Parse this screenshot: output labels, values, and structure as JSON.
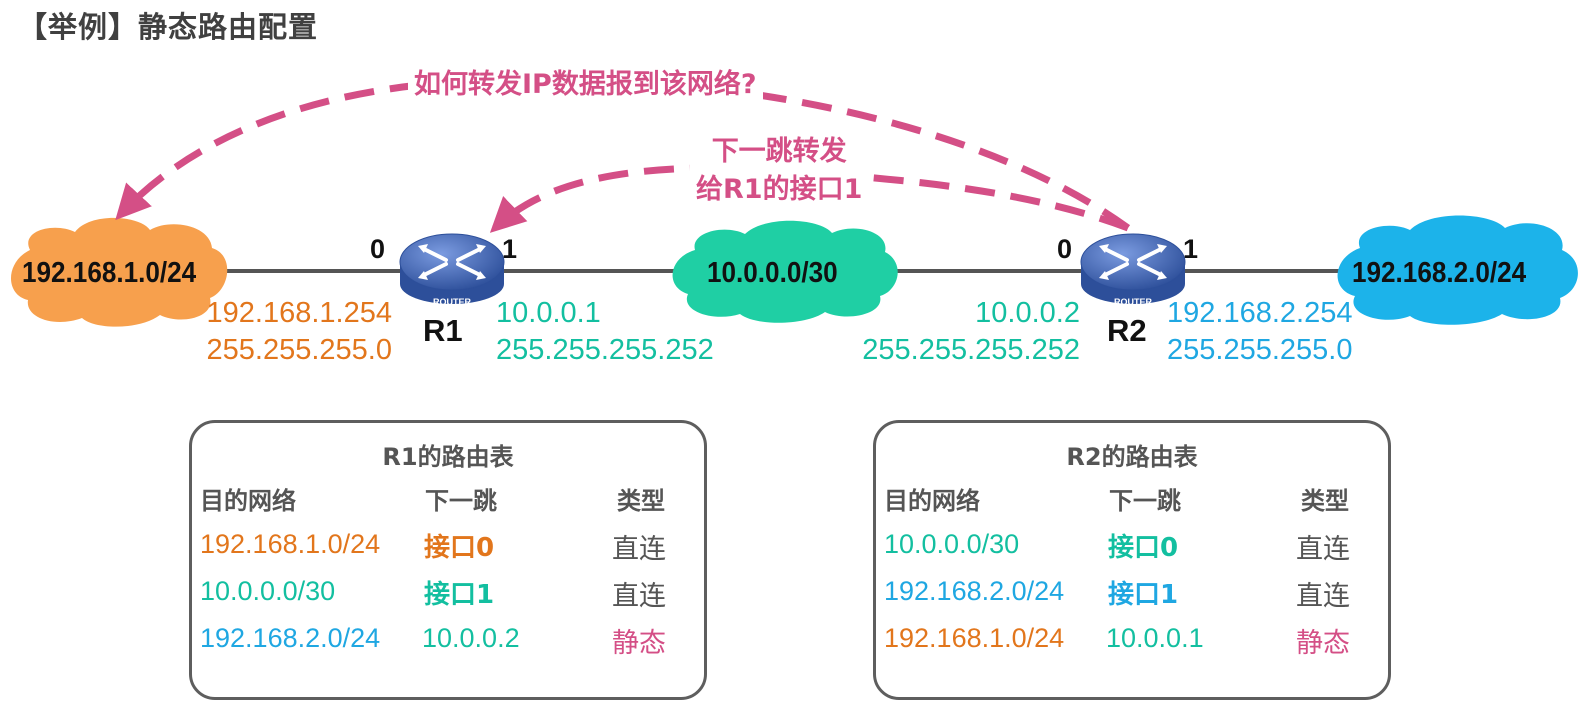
{
  "title": "【举例】静态路由配置",
  "colors": {
    "network1": "#f7a04d",
    "transit": "#1fcfa4",
    "network2": "#1cb3ea",
    "arrow": "#d44f86",
    "router": "#3f6ab8"
  },
  "networks": {
    "left": "192.168.1.0/24",
    "middle": "10.0.0.0/30",
    "right": "192.168.2.0/24"
  },
  "routers": {
    "r1": {
      "name": "R1",
      "device_label": "ROUTER",
      "icon": "router-icon",
      "port0": "0",
      "port1": "1",
      "if0": {
        "ip": "192.168.1.254",
        "mask": "255.255.255.0"
      },
      "if1": {
        "ip": "10.0.0.1",
        "mask": "255.255.255.252"
      }
    },
    "r2": {
      "name": "R2",
      "device_label": "ROUTER",
      "icon": "router-icon",
      "port0": "0",
      "port1": "1",
      "if0": {
        "ip": "10.0.0.2",
        "mask": "255.255.255.252"
      },
      "if1": {
        "ip": "192.168.2.254",
        "mask": "255.255.255.0"
      }
    }
  },
  "annotations": {
    "question": "如何转发IP数据报到该网络?",
    "hint_line1": "下一跳转发",
    "hint_line2": "给R1的接口1"
  },
  "tables": {
    "r1": {
      "title": "R1的路由表",
      "headers": [
        "目的网络",
        "下一跳",
        "类型"
      ],
      "rows": [
        {
          "dest": "192.168.1.0/24",
          "next": "接口0",
          "type": "直连"
        },
        {
          "dest": "10.0.0.0/30",
          "next": "接口1",
          "type": "直连"
        },
        {
          "dest": "192.168.2.0/24",
          "next": "10.0.0.2",
          "type": "静态"
        }
      ]
    },
    "r2": {
      "title": "R2的路由表",
      "headers": [
        "目的网络",
        "下一跳",
        "类型"
      ],
      "rows": [
        {
          "dest": "10.0.0.0/30",
          "next": "接口0",
          "type": "直连"
        },
        {
          "dest": "192.168.2.0/24",
          "next": "接口1",
          "type": "直连"
        },
        {
          "dest": "192.168.1.0/24",
          "next": "10.0.0.1",
          "type": "静态"
        }
      ]
    }
  }
}
